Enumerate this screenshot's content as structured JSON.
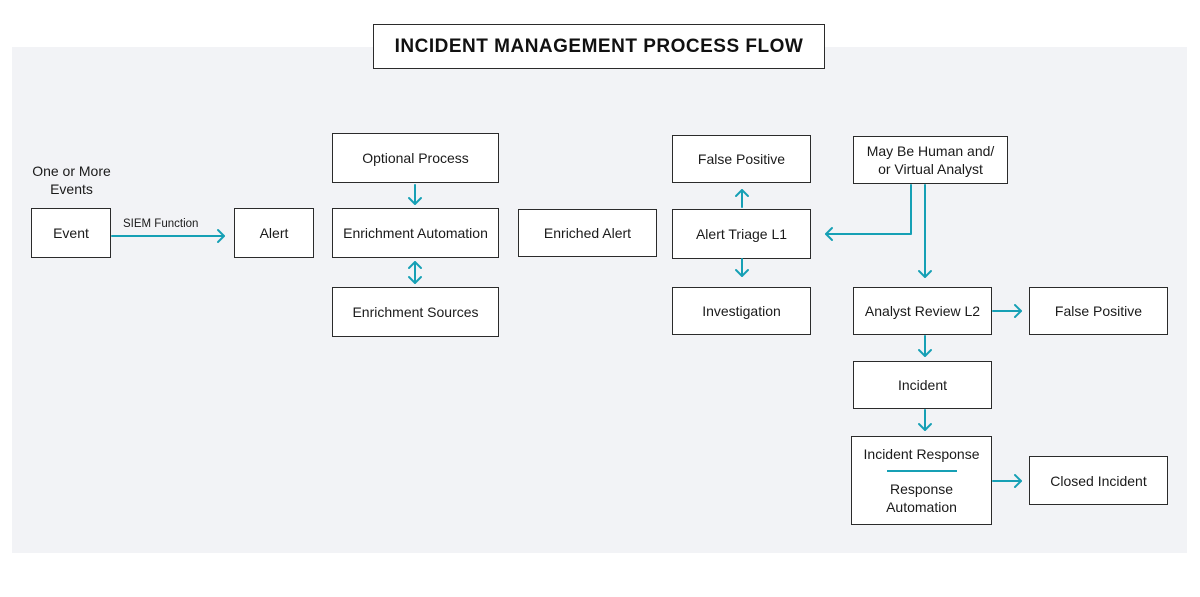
{
  "diagram": {
    "title": "INCIDENT MANAGEMENT PROCESS FLOW",
    "accent_color": "#16a0b5",
    "labels": {
      "events": [
        "One or More",
        "Events"
      ],
      "siem_function": "SIEM Function"
    },
    "nodes": {
      "event": "Event",
      "alert": "Alert",
      "optional_process": "Optional Process",
      "enrichment_automation": "Enrichment Automation",
      "enrichment_sources": "Enrichment Sources",
      "enriched_alert": "Enriched Alert",
      "false_positive_l1": "False Positive",
      "alert_triage": "Alert Triage L1",
      "investigation": "Investigation",
      "analyst_source": [
        "May Be Human and/",
        "or Virtual Analyst"
      ],
      "analyst_review": "Analyst Review L2",
      "false_positive_l2": "False Positive",
      "incident": "Incident",
      "incident_response": "Incident Response",
      "response_automation": [
        "Response",
        "Automation"
      ],
      "closed_incident": "Closed Incident"
    }
  }
}
